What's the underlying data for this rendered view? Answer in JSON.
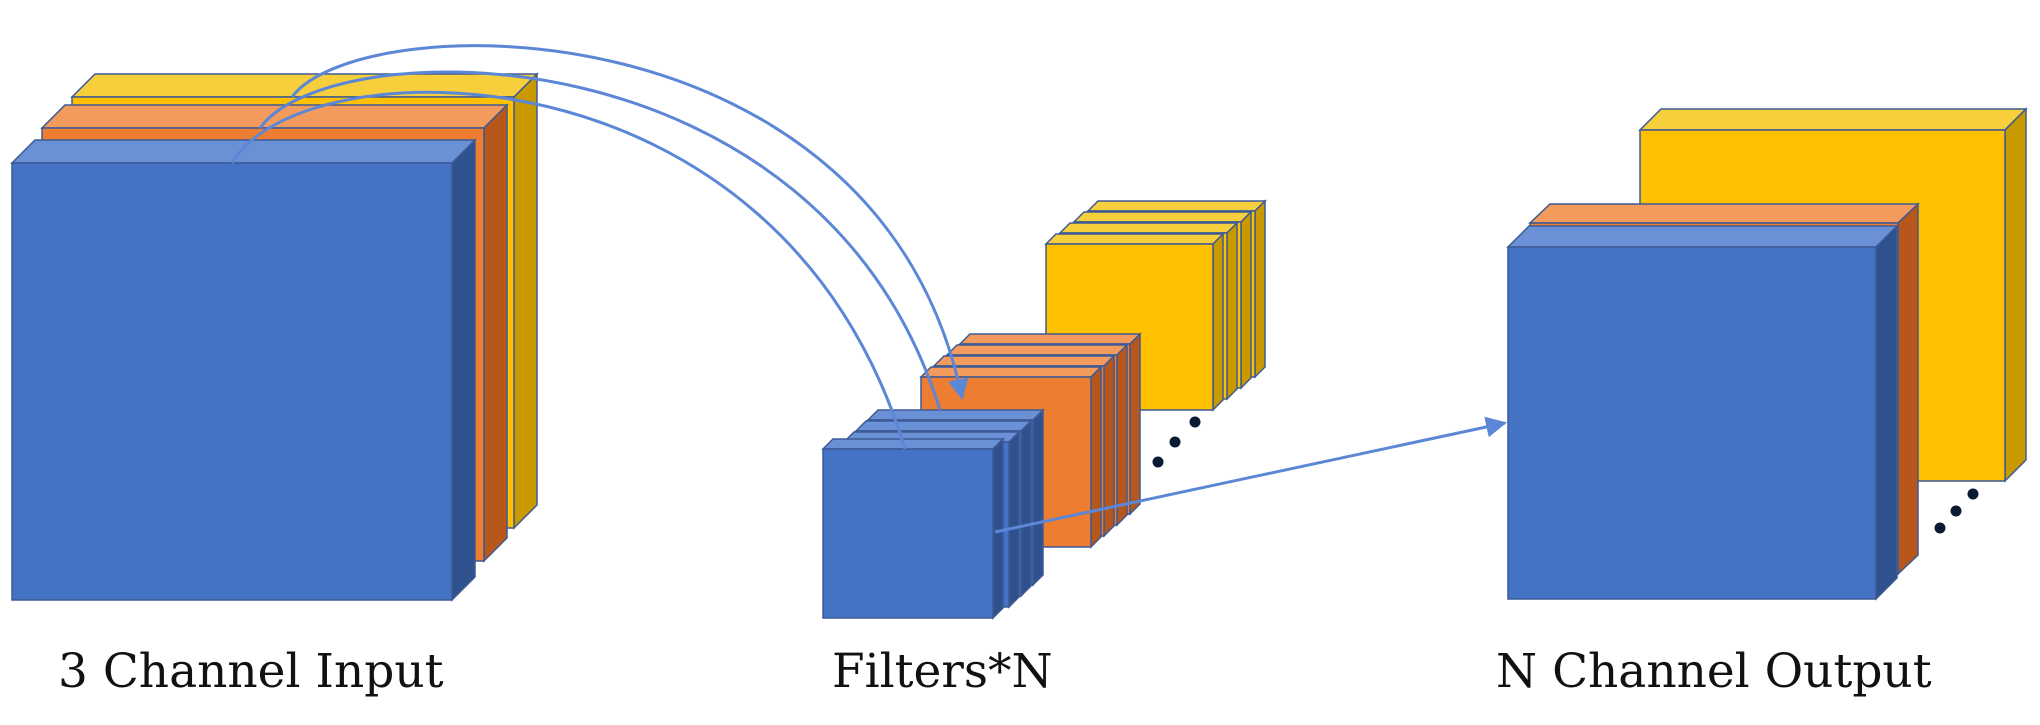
{
  "captions": {
    "input": "3 Channel Input",
    "filters": "Filters*N",
    "output": "N Channel Output"
  },
  "colors": {
    "blue": "#4472C4",
    "orange": "#ED7D31",
    "yellow": "#FFC000",
    "arrow": "#5B87D6",
    "dots": "#0B1A33"
  },
  "diagram": {
    "input_channels": [
      "yellow",
      "orange",
      "blue"
    ],
    "filter_groups": [
      {
        "color": "yellow",
        "layers": 4
      },
      {
        "color": "orange",
        "layers": 4
      },
      {
        "color": "blue",
        "layers": 4
      }
    ],
    "output_channels": [
      "yellow",
      "orange",
      "blue"
    ],
    "ellipsis_count": 2
  }
}
